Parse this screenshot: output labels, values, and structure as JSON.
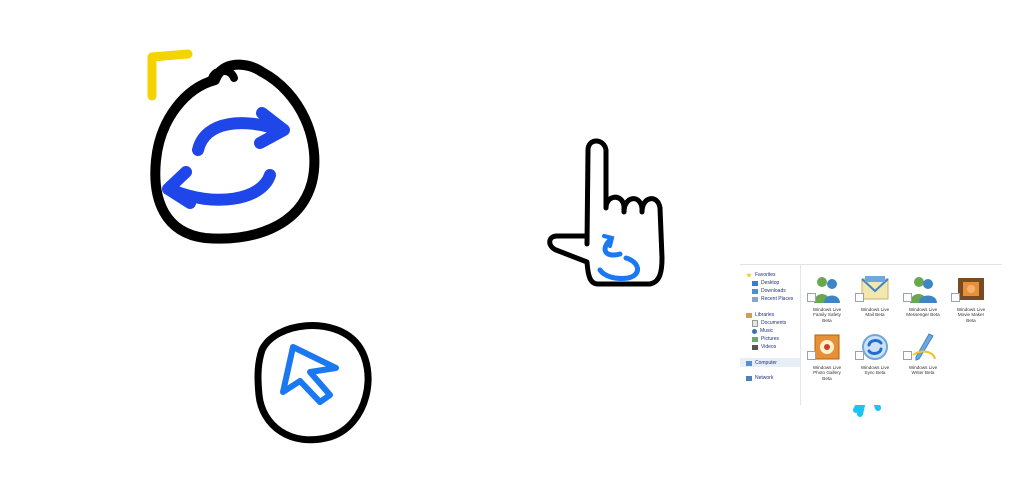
{
  "colors": {
    "ink_black": "#000000",
    "sync_blue": "#1f46e8",
    "cursor_blue": "#1a78f0",
    "corner_yellow": "#f4d400",
    "arrow_cyan": "#19c6f0"
  },
  "icons": {
    "sync": "sync-icon",
    "pointer": "pointer-icon",
    "hand": "hand-gesture-icon",
    "corner": "corner-mark-icon",
    "arrow": "up-arrow-icon"
  },
  "explorer": {
    "nav": {
      "favorites": "Favorites",
      "desktop": "Desktop",
      "downloads": "Downloads",
      "recent": "Recent Places",
      "libraries": "Libraries",
      "documents": "Documents",
      "music": "Music",
      "pictures": "Pictures",
      "videos": "Videos",
      "computer": "Computer",
      "network": "Network"
    },
    "tiles": [
      {
        "label": "Windows Live\nFamily Safety\nBeta",
        "icon": "family-safety-icon"
      },
      {
        "label": "Windows Live\nMail Beta",
        "icon": "mail-icon"
      },
      {
        "label": "Windows Live\nMessenger Beta",
        "icon": "messenger-icon"
      },
      {
        "label": "Windows Live\nMovie Maker\nBeta",
        "icon": "movie-maker-icon"
      },
      {
        "label": "Windows Live\nPhoto Gallery\nBeta",
        "icon": "photo-gallery-icon"
      },
      {
        "label": "Windows Live\nSync Beta",
        "icon": "sync-app-icon"
      },
      {
        "label": "Windows Live\nWriter Beta",
        "icon": "writer-icon"
      }
    ]
  }
}
